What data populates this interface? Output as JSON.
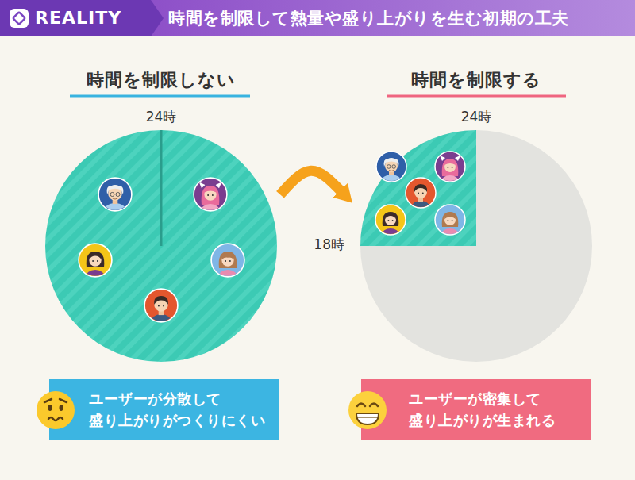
{
  "diagram": {
    "title": "時間を制限して熱量や盛り上がりを生む初期の工夫",
    "nodes": [
      {
        "text": [
          "時間を制限しない"
        ]
      },
      {
        "text": [
          "時間を制限する"
        ]
      },
      {
        "text": [
          "ユーザーが分散して 盛り上がりがつくりにくい"
        ]
      },
      {
        "text": [
          "ユーザーが密集して 盛り上がりが生まれる"
        ]
      }
    ],
    "edges": [
      {
        "from": 0,
        "to": 1,
        "arrow": "to"
      }
    ],
    "labels": [
      "REALITY",
      "24時",
      "24時",
      "18時"
    ]
  }
}
